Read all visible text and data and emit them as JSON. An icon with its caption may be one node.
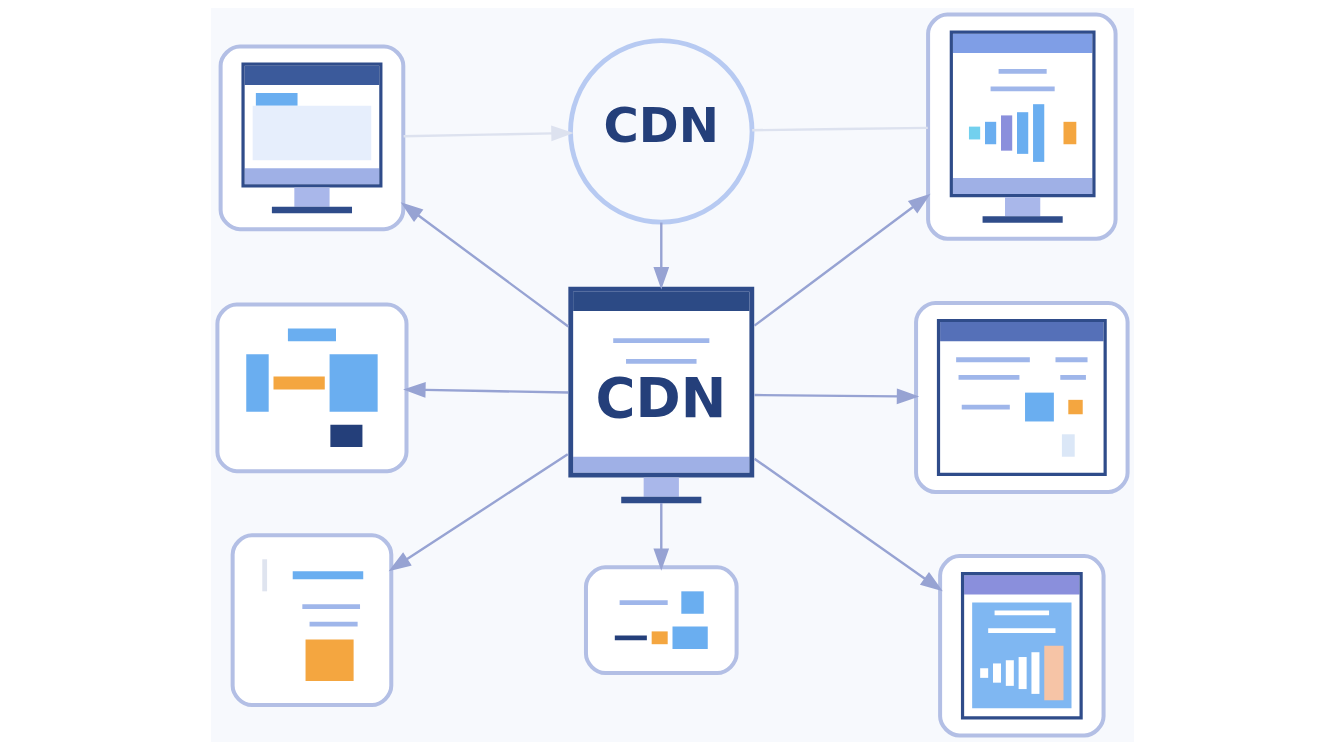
{
  "diagram": {
    "nodes": [
      {
        "text": [],
        "shape": "picture"
      },
      {
        "text": [
          "CDN"
        ]
      },
      {
        "text": [],
        "shape": "picture"
      },
      {
        "text": [],
        "shape": "picture"
      },
      {
        "text": [
          "CDN"
        ]
      },
      {
        "text": [],
        "shape": "picture"
      },
      {
        "text": [],
        "shape": "picture"
      },
      {
        "text": [],
        "shape": "picture"
      },
      {
        "text": [],
        "shape": "picture"
      }
    ],
    "edges": [
      {
        "from": 1,
        "to": 4,
        "arrow": "to"
      },
      {
        "from": 4,
        "to": 0,
        "arrow": "to"
      },
      {
        "from": 4,
        "to": 2,
        "arrow": "to"
      },
      {
        "from": 4,
        "to": 3,
        "arrow": "to"
      },
      {
        "from": 4,
        "to": 5,
        "arrow": "to"
      },
      {
        "from": 4,
        "to": 6,
        "arrow": "to"
      },
      {
        "from": 4,
        "to": 7,
        "arrow": "to"
      },
      {
        "from": 4,
        "to": 8,
        "arrow": "to"
      },
      {
        "from": 0,
        "to": 1,
        "arrow": "to",
        "color": "#dde2ef"
      },
      {
        "from": 1,
        "to": 2,
        "arrow": "none",
        "color": "#dde2ef"
      }
    ]
  }
}
